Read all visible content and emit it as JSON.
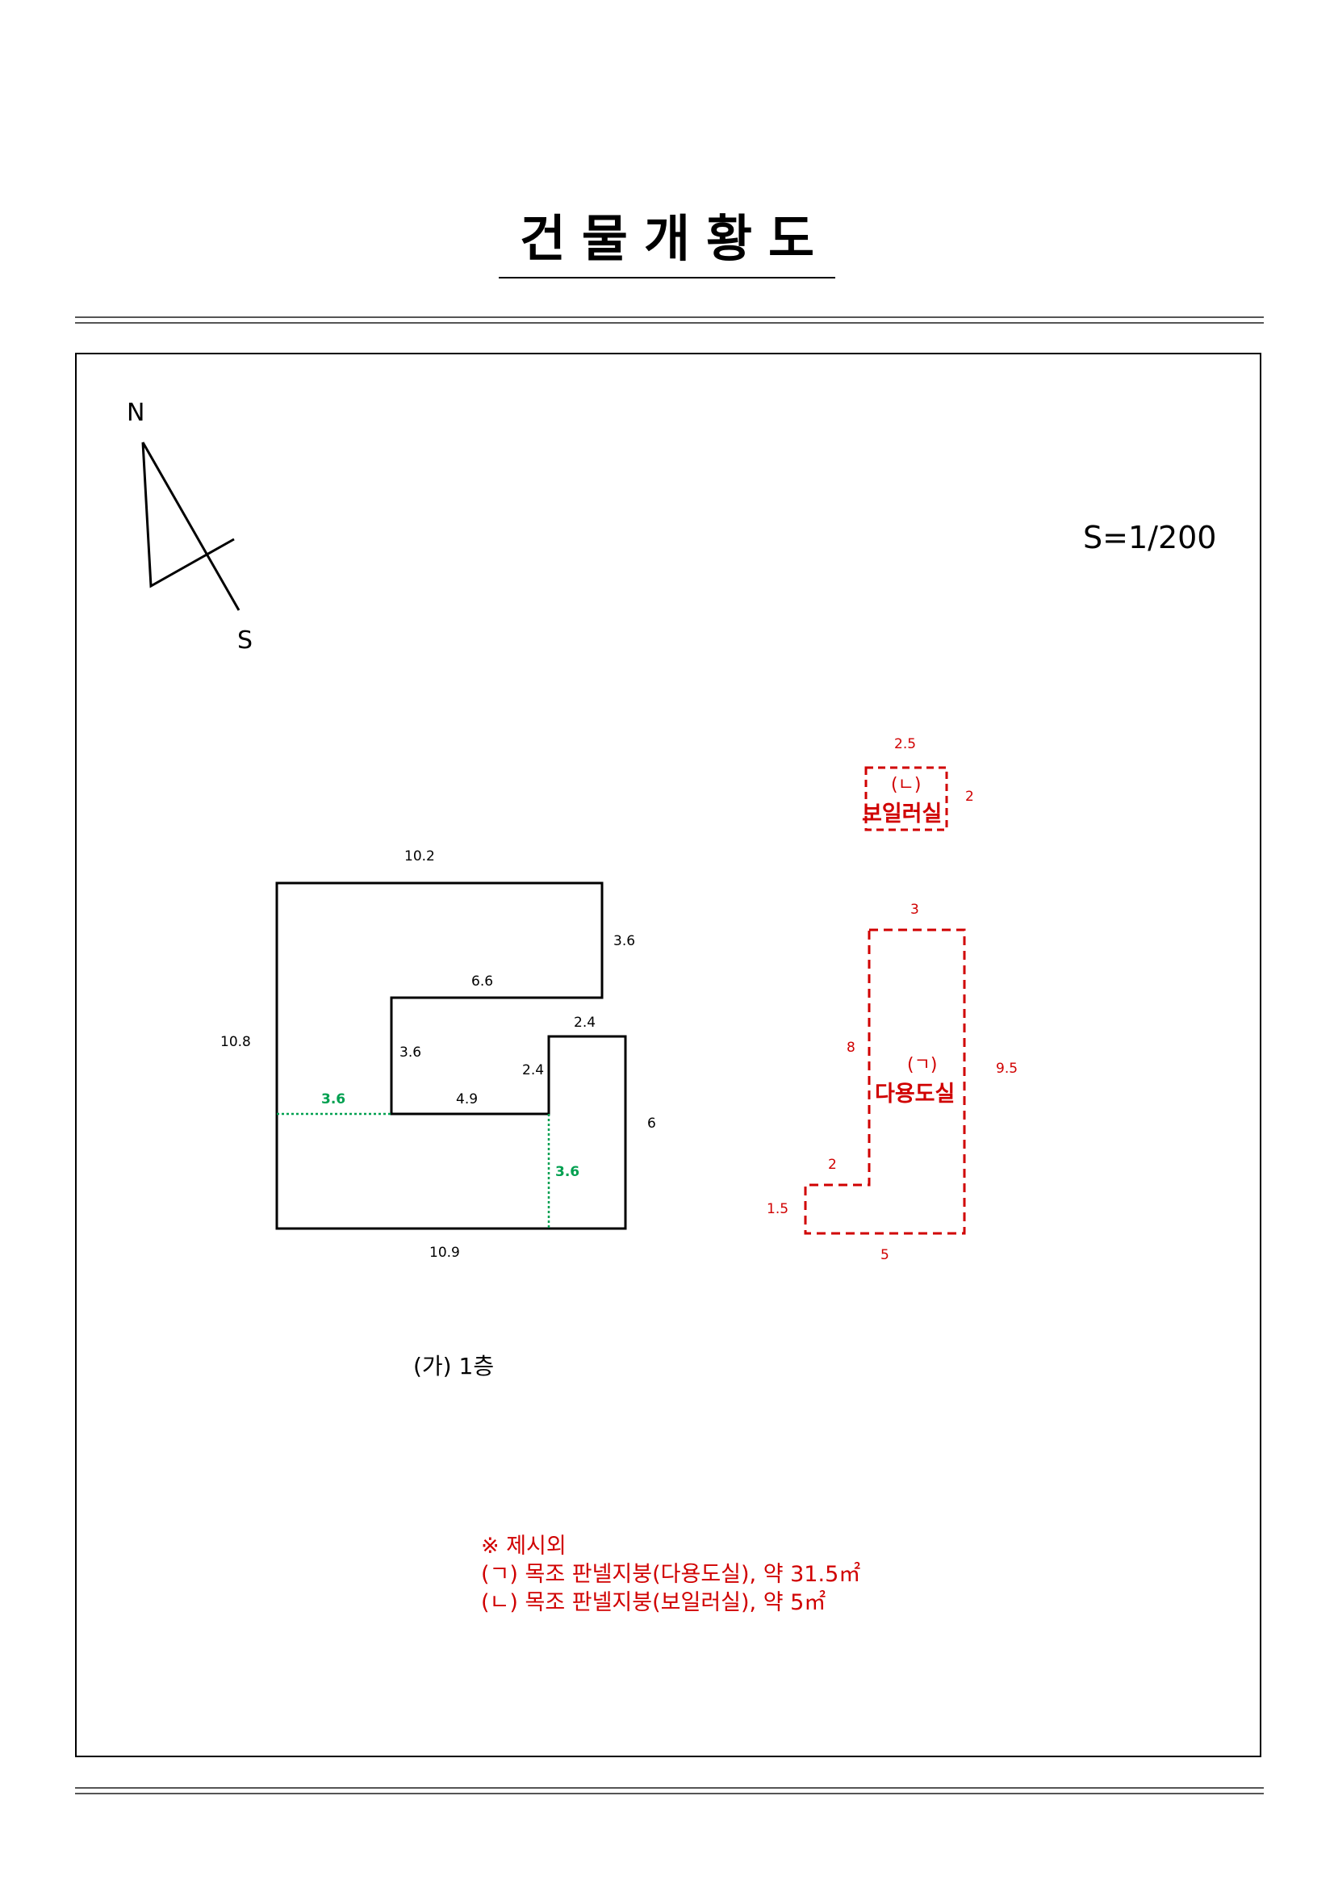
{
  "document": {
    "title": "건물개황도",
    "scale": "S=1/200",
    "compass": {
      "north": "N",
      "south": "S"
    },
    "floor_label": "(가) 1층"
  },
  "main_building": {
    "dims": {
      "top": "10.2",
      "left": "10.8",
      "right_top": "3.6",
      "inner_top": "6.6",
      "inner_left": "3.6",
      "inner_bottom": "4.9",
      "step_top": "2.4",
      "step_left": "2.4",
      "right": "6",
      "bottom": "10.9",
      "green_horizontal": "3.6",
      "green_vertical": "3.6"
    },
    "colors": {
      "outline": "#000000",
      "divider": "#00a050"
    }
  },
  "annex_boiler": {
    "name_line1": "(ㄴ)",
    "name_line2": "보일러실",
    "dims": {
      "top": "2.5",
      "right": "2"
    }
  },
  "annex_storage": {
    "name_line1": "(ㄱ)",
    "name_line2": "다용도실",
    "dims": {
      "top": "3",
      "left": "8",
      "right": "9.5",
      "step": "2",
      "step_side": "1.5",
      "bottom": "5"
    }
  },
  "notes": {
    "header": "※ 제시외",
    "lines": [
      "(ㄱ) 목조 판넬지붕(다용도실), 약 31.5㎡",
      "(ㄴ) 목조 판넬지붕(보일러실), 약 5㎡"
    ]
  },
  "colors": {
    "annex": "#d00000",
    "text": "#000000"
  }
}
